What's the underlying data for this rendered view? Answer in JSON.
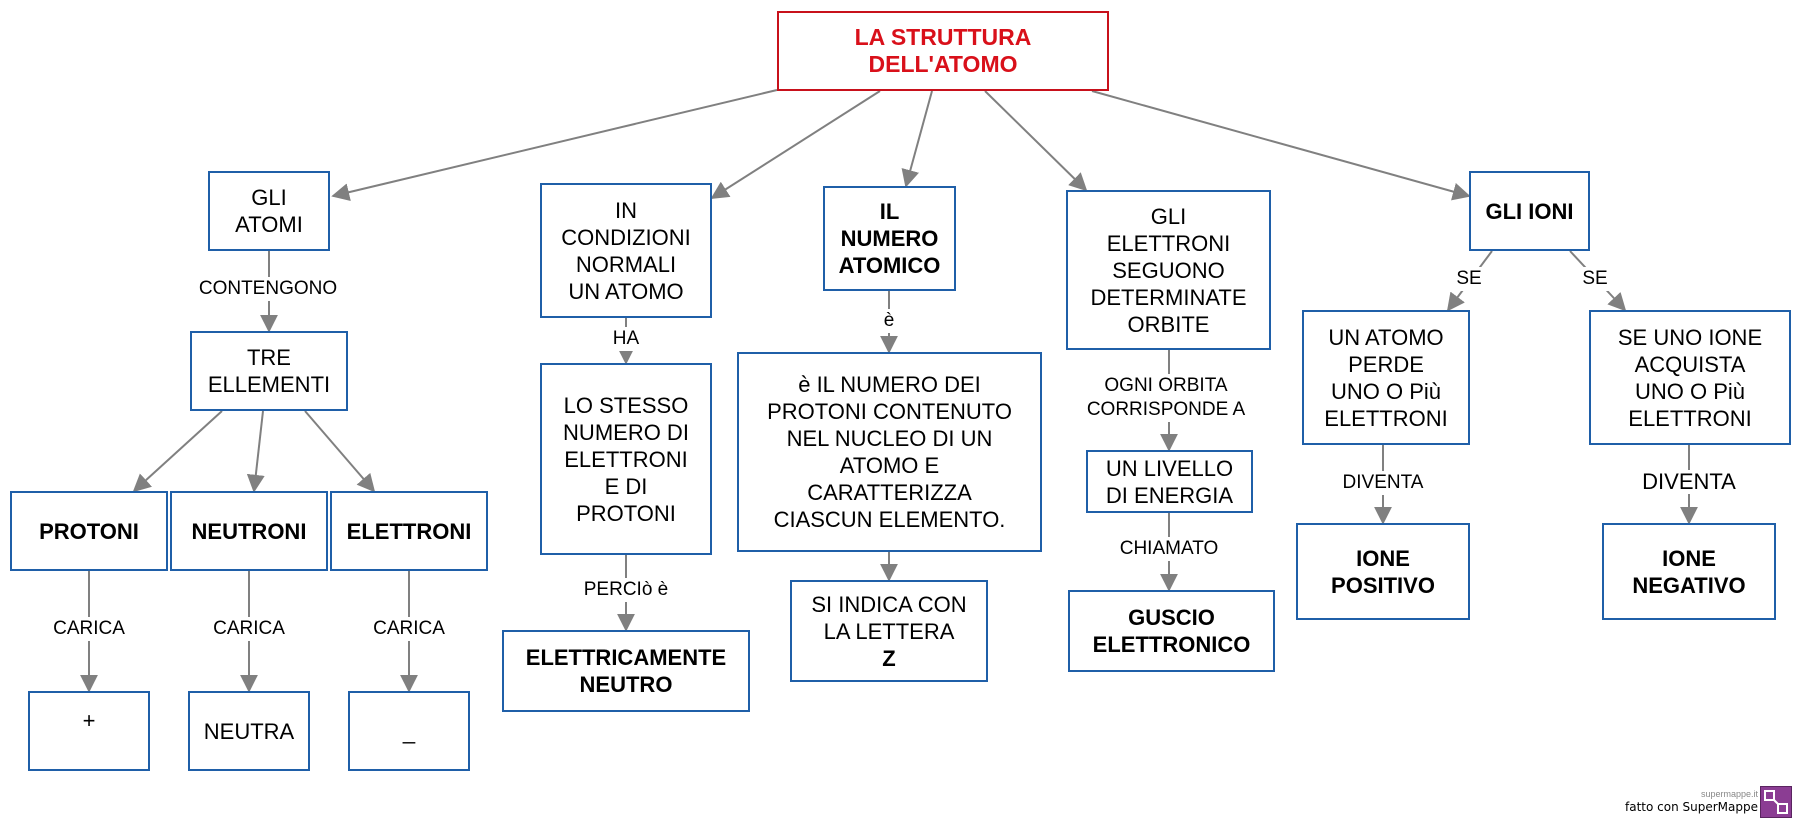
{
  "title": {
    "line1": "LA STRUTTURA",
    "line2": "DELL'ATOMO"
  },
  "nodes": {
    "gli_atomi": "GLI\nATOMI",
    "tre_elementi": "TRE\nELLEMENTI",
    "protoni": "PROTONI",
    "neutroni": "NEUTRONI",
    "elettroni": "ELETTRONI",
    "plus": "+",
    "neutra": "NEUTRA",
    "minus": "_",
    "condizioni": "IN\nCONDIZIONI\nNORMALI\nUN ATOMO",
    "stesso_numero": "LO STESSO\nNUMERO DI\nELETTRONI\nE DI\nPROTONI",
    "elettricamente": "ELETTRICAMENTE\nNEUTRO",
    "numero_atomico": "IL\nNUMERO\nATOMICO",
    "numero_protoni": "è IL NUMERO DEI\nPROTONI CONTENUTO\nNEL  NUCLEO DI UN\nATOMO E\nCARATTERIZZA\nCIASCUN ELEMENTO.",
    "lettera_z_text": "SI INDICA CON\nLA LETTERA",
    "lettera_z_letter": "Z",
    "orbite": "GLI\nELETTRONI\nSEGUONO\nDETERMINATE\nORBITE",
    "livello": "UN LIVELLO\nDI ENERGIA",
    "guscio": "GUSCIO\nELETTRONICO",
    "gli_ioni": "GLI  IONI",
    "atomo_perde": "UN ATOMO\nPERDE\nUNO O Più\nELETTRONI",
    "ione_acquista": "SE UNO IONE\nACQUISTA\nUNO O Più\nELETTRONI",
    "ione_positivo": "IONE\nPOSITIVO",
    "ione_negativo": "IONE\nNEGATIVO"
  },
  "links": {
    "contengono": "CONTENGONO",
    "carica_1": "CARICA",
    "carica_2": "CARICA",
    "carica_3": "CARICA",
    "ha": "HA",
    "percio": "PERCIò è",
    "e": "è",
    "ogni_orbita": "OGNI ORBITA\nCORRISPONDE A",
    "chiamato": "CHIAMATO",
    "se_1": "SE",
    "se_2": "SE",
    "diventa_1": "DIVENTA",
    "diventa_2": "DIVENTA"
  },
  "footer": {
    "small": "supermappe.it",
    "text": "fatto con SuperMappe"
  },
  "colors": {
    "node_border": "#1f5fa8",
    "root_border": "#c8111b",
    "root_text": "#d9101a",
    "edge": "#808080"
  },
  "icons": {
    "footer_logo": "supermappe-logo-icon"
  }
}
